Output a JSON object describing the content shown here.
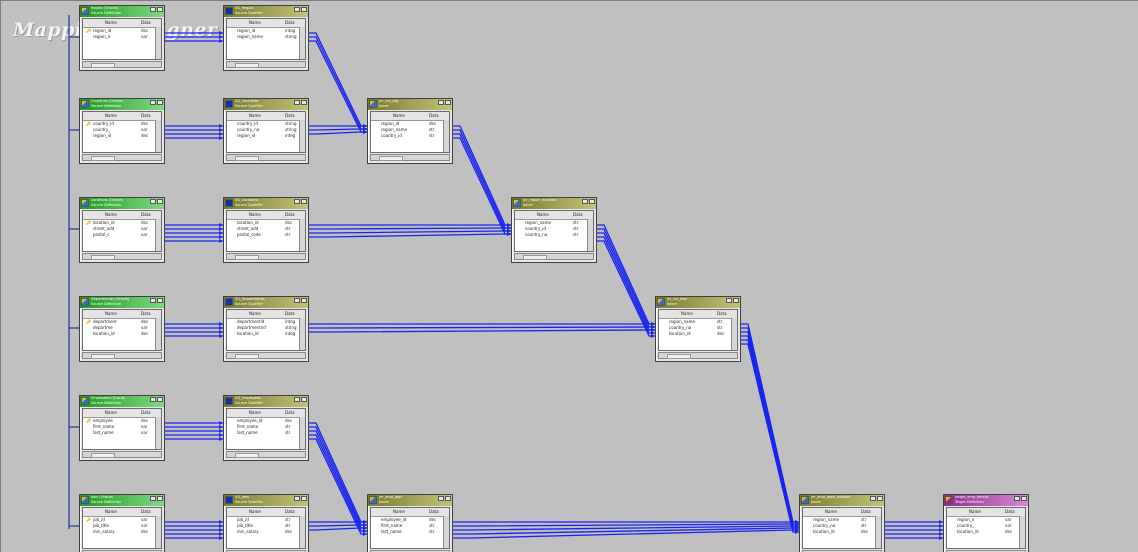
{
  "watermark": "Mapping Designer",
  "colors": {
    "canvas": "#c0c0c0",
    "link": "#1a24f0",
    "source_title": "#1f9a1f",
    "transform_title": "#7a7a2e",
    "target_title": "#8e2e8e"
  },
  "columns": {
    "name": "Name",
    "type": "Data"
  },
  "widgets": [
    {
      "kind": "src",
      "title": "Region (Oracle)",
      "subtitle": "Source Definition",
      "rows": [
        {
          "k": "🔑",
          "n": "region_id",
          "t": "dec"
        },
        {
          "k": "",
          "n": "region_n",
          "t": "var"
        }
      ]
    },
    {
      "kind": "sq",
      "title": "SQ_Region",
      "subtitle": "Source Qualifier",
      "rows": [
        {
          "k": "",
          "n": "region_id",
          "t": "integ"
        },
        {
          "k": "",
          "n": "region_name",
          "t": "string"
        }
      ]
    },
    {
      "kind": "src",
      "title": "Countries (Oracle)",
      "subtitle": "Source Definition",
      "rows": [
        {
          "k": "🔑",
          "n": "country_id",
          "t": "dec"
        },
        {
          "k": "",
          "n": "country_",
          "t": "var"
        },
        {
          "k": "",
          "n": "region_id",
          "t": "dec"
        }
      ]
    },
    {
      "kind": "sq",
      "title": "SQ_Countries",
      "subtitle": "Source Qualifier",
      "rows": [
        {
          "k": "",
          "n": "country_id",
          "t": "string"
        },
        {
          "k": "",
          "n": "country_na",
          "t": "string"
        },
        {
          "k": "",
          "n": "region_id",
          "t": "integ"
        }
      ]
    },
    {
      "kind": "tx",
      "title": "jnr_cty_reg",
      "subtitle": "Joiner",
      "rows": [
        {
          "k": "",
          "n": "region_id",
          "t": "dec"
        },
        {
          "k": "",
          "n": "region_name",
          "t": "str"
        },
        {
          "k": "",
          "n": "country_id",
          "t": "str"
        }
      ]
    },
    {
      "kind": "src",
      "title": "Locations (Oracle)",
      "subtitle": "Source Definition",
      "rows": [
        {
          "k": "🔑",
          "n": "location_id",
          "t": "dec"
        },
        {
          "k": "",
          "n": "street_add",
          "t": "var"
        },
        {
          "k": "",
          "n": "postal_c",
          "t": "var"
        }
      ]
    },
    {
      "kind": "sq",
      "title": "SQ_Locations",
      "subtitle": "Source Qualifier",
      "rows": [
        {
          "k": "",
          "n": "location_id",
          "t": "dec"
        },
        {
          "k": "",
          "n": "street_add",
          "t": "str"
        },
        {
          "k": "",
          "n": "postal_code",
          "t": "str"
        }
      ]
    },
    {
      "kind": "tx",
      "title": "jnr_region_location",
      "subtitle": "Joiner",
      "rows": [
        {
          "k": "",
          "n": "region_name",
          "t": "str"
        },
        {
          "k": "",
          "n": "country_id",
          "t": "str"
        },
        {
          "k": "",
          "n": "country_na",
          "t": "str"
        }
      ]
    },
    {
      "kind": "src",
      "title": "Departments (Oracle)",
      "subtitle": "Source Definition",
      "rows": [
        {
          "k": "🔑",
          "n": "department",
          "t": "dec"
        },
        {
          "k": "",
          "n": "departme",
          "t": "var"
        },
        {
          "k": "",
          "n": "location_id",
          "t": "dec"
        }
      ]
    },
    {
      "kind": "sq",
      "title": "SQ_Departments",
      "subtitle": "Source Qualifier",
      "rows": [
        {
          "k": "",
          "n": "departmentid",
          "t": "integ"
        },
        {
          "k": "",
          "n": "departmentnd",
          "t": "string"
        },
        {
          "k": "",
          "n": "location_id",
          "t": "integ"
        }
      ]
    },
    {
      "kind": "tx",
      "title": "jnr_loc_dep",
      "subtitle": "Joiner",
      "rows": [
        {
          "k": "",
          "n": "region_name",
          "t": "str"
        },
        {
          "k": "",
          "n": "country_na",
          "t": "str"
        },
        {
          "k": "",
          "n": "location_id",
          "t": "dec"
        }
      ]
    },
    {
      "kind": "src",
      "title": "Employees (Oracle)",
      "subtitle": "Source Definition",
      "rows": [
        {
          "k": "🔑",
          "n": "employee",
          "t": "dec"
        },
        {
          "k": "",
          "n": "first_name",
          "t": "var"
        },
        {
          "k": "",
          "n": "last_name",
          "t": "var"
        }
      ]
    },
    {
      "kind": "sq",
      "title": "SQ_Employees",
      "subtitle": "Source Qualifier",
      "rows": [
        {
          "k": "",
          "n": "employee_id",
          "t": "dec"
        },
        {
          "k": "",
          "n": "first_name",
          "t": "str"
        },
        {
          "k": "",
          "n": "last_name",
          "t": "str"
        }
      ]
    },
    {
      "kind": "src",
      "title": "Jobs (Oracle)",
      "subtitle": "Source Definition",
      "rows": [
        {
          "k": "🔑",
          "n": "job_id",
          "t": "var"
        },
        {
          "k": "",
          "n": "job_title",
          "t": "var"
        },
        {
          "k": "",
          "n": "min_salary",
          "t": "dec"
        }
      ]
    },
    {
      "kind": "sq",
      "title": "SQ_Jobs",
      "subtitle": "Source Qualifier",
      "rows": [
        {
          "k": "",
          "n": "job_id",
          "t": "str"
        },
        {
          "k": "",
          "n": "job_title",
          "t": "str"
        },
        {
          "k": "",
          "n": "min_salary",
          "t": "dec"
        }
      ]
    },
    {
      "kind": "tx",
      "title": "jnr_emp_jobs",
      "subtitle": "Joiner",
      "rows": [
        {
          "k": "",
          "n": "employee_id",
          "t": "dec"
        },
        {
          "k": "",
          "n": "first_name",
          "t": "str"
        },
        {
          "k": "",
          "n": "last_name",
          "t": "str"
        }
      ]
    },
    {
      "kind": "tx",
      "title": "jnr_emp_dept_location",
      "subtitle": "Joiner",
      "rows": [
        {
          "k": "",
          "n": "region_name",
          "t": "str"
        },
        {
          "k": "",
          "n": "country_na",
          "t": "str"
        },
        {
          "k": "",
          "n": "location_id",
          "t": "dec"
        }
      ]
    },
    {
      "kind": "tgt",
      "title": "target_emp_details",
      "subtitle": "Target Definition",
      "rows": [
        {
          "k": "",
          "n": "region_n",
          "t": "var"
        },
        {
          "k": "",
          "n": "country_",
          "t": "var"
        },
        {
          "k": "",
          "n": "location_id",
          "t": "dec"
        }
      ]
    }
  ]
}
